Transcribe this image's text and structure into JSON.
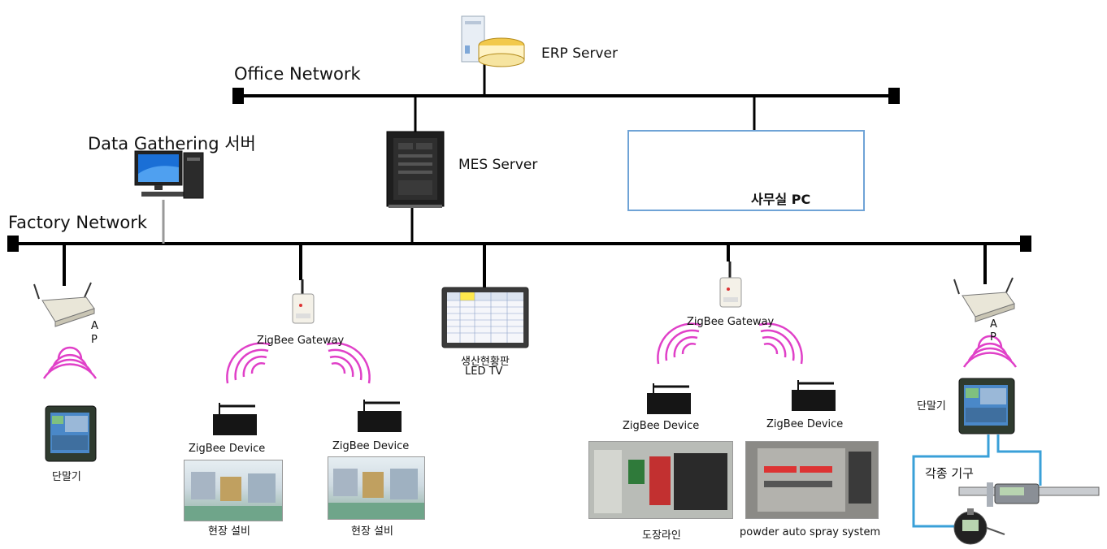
{
  "networks": {
    "office": "Office Network",
    "factory": "Factory Network"
  },
  "servers": {
    "erp": "ERP Server",
    "mes": "MES Server",
    "data_gathering": "Data Gathering 서버"
  },
  "office_pc": {
    "label": "사무실 PC"
  },
  "ap_left": {
    "label_a": "A",
    "label_p": "P",
    "terminal": "단말기"
  },
  "gateway_left": {
    "label": "ZigBee Gateway",
    "devices": [
      {
        "label": "ZigBee Device",
        "site": "현장 설비"
      },
      {
        "label": "ZigBee Device",
        "site": "현장 설비"
      }
    ]
  },
  "led_tv": {
    "line1": "생산현황판",
    "line2": "LED TV"
  },
  "gateway_right": {
    "label": "ZigBee Gateway",
    "devices": [
      {
        "label": "ZigBee Device",
        "site": "도장라인"
      },
      {
        "label": "ZigBee Device",
        "site": "powder auto spray system"
      }
    ]
  },
  "ap_right": {
    "label_a": "A",
    "label_p": "P",
    "terminal": "단말기",
    "tools": "각종 기구"
  },
  "colors": {
    "wireless": "#e040c8",
    "line": "#000000",
    "pc_box_border": "#6fa3d6"
  }
}
